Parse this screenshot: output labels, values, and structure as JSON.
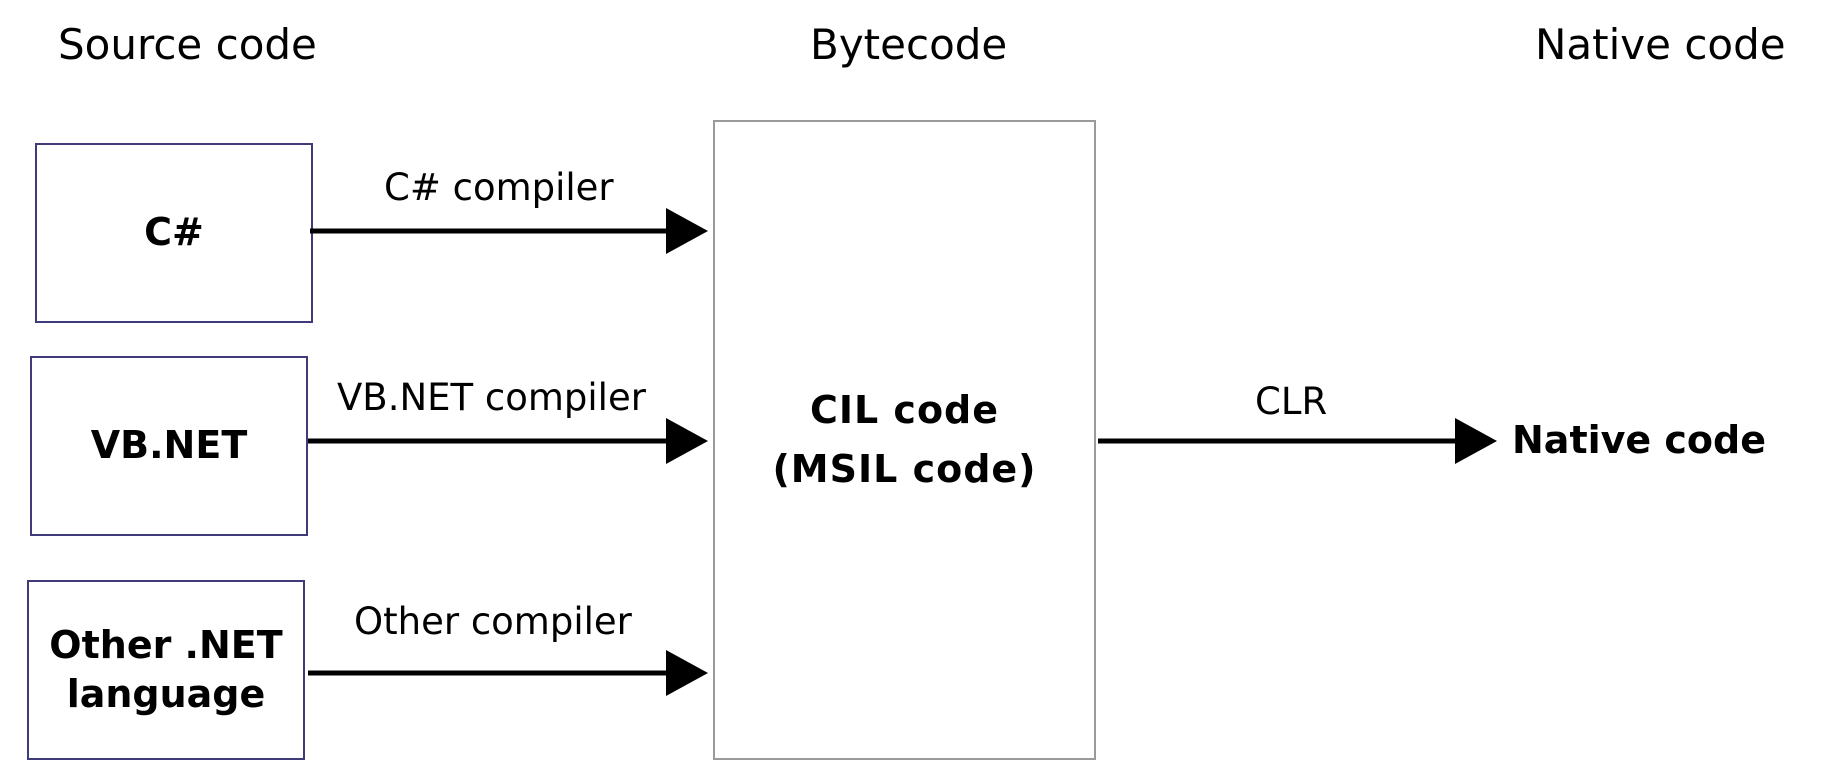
{
  "headings": {
    "source": "Source code",
    "bytecode": "Bytecode",
    "native": "Native code"
  },
  "sources": [
    {
      "label": "C#",
      "compiler": "C# compiler"
    },
    {
      "label": "VB.NET",
      "compiler": "VB.NET compiler"
    },
    {
      "label": "Other .NET\nlanguage",
      "compiler": "Other compiler"
    }
  ],
  "center": {
    "line1": "CIL code",
    "line2": "(MSIL code)"
  },
  "output": {
    "edge_label": "CLR",
    "target": "Native code"
  },
  "colors": {
    "source_box_border": "#3f3a78",
    "center_box_border": "#9a9a9a",
    "arrow": "#000000"
  }
}
